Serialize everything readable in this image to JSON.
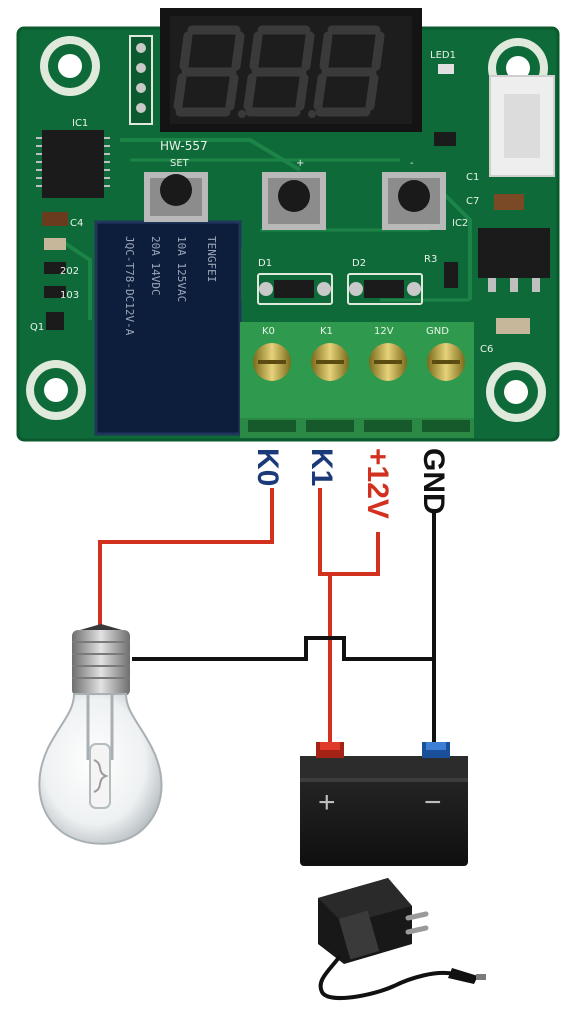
{
  "board": {
    "model": "HW-557",
    "buttons": {
      "set": "SET",
      "plus": "+",
      "minus": "-"
    },
    "components": {
      "ic1": "IC1",
      "ic2": "IC2",
      "led": "LED1",
      "c1": "C1",
      "c4": "C4",
      "c6": "C6",
      "c7": "C7",
      "d1": "D1",
      "d2": "D2",
      "r3": "R3",
      "q1": "Q1",
      "r_a": "202",
      "r_b": "103"
    },
    "terminals": [
      "K0",
      "K1",
      "12V",
      "GND"
    ],
    "relay_lines": [
      "JQC-T78-DC12V-A",
      "20A 14VDC",
      "10A 125VAC",
      "TENGFEI"
    ]
  },
  "wire_labels": {
    "k0": "K0",
    "k1": "K1",
    "v12": "+12V",
    "gnd": "GND"
  },
  "battery": {
    "plus": "+",
    "minus": "−"
  },
  "colors": {
    "pcb": "#0e6a38",
    "pcb_dark": "#0a5a2e",
    "terminal_block": "#2f9a4e",
    "wire_red": "#d2311f",
    "wire_black": "#111111",
    "label_blue": "#1b3a7a",
    "label_red": "#d2311f"
  }
}
